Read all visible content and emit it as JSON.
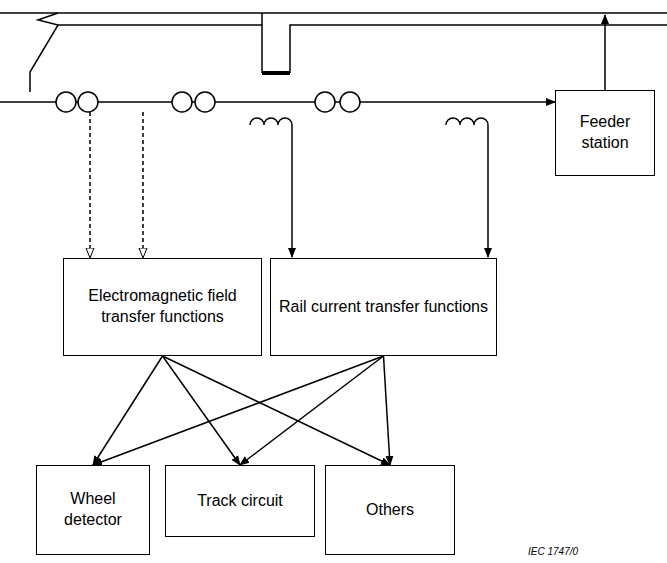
{
  "diagram": {
    "nodes": [
      {
        "text": [
          "Feeder station"
        ]
      },
      {
        "text": [
          "Electromagnetic field transfer functions"
        ]
      },
      {
        "text": [
          "Rail current transfer functions"
        ]
      },
      {
        "text": [
          "Wheel detector"
        ]
      },
      {
        "text": [
          "Track circuit"
        ]
      },
      {
        "text": [
          "Others"
        ]
      }
    ],
    "edges": [
      {
        "from": 1,
        "to": 3,
        "arrow": "to"
      },
      {
        "from": 1,
        "to": 4,
        "arrow": "to"
      },
      {
        "from": 1,
        "to": 5,
        "arrow": "to"
      },
      {
        "from": 2,
        "to": 3,
        "arrow": "to"
      },
      {
        "from": 2,
        "to": 4,
        "arrow": "to"
      },
      {
        "from": 2,
        "to": 5,
        "arrow": "to"
      }
    ],
    "labels": [
      "IEC 1747/0"
    ]
  }
}
